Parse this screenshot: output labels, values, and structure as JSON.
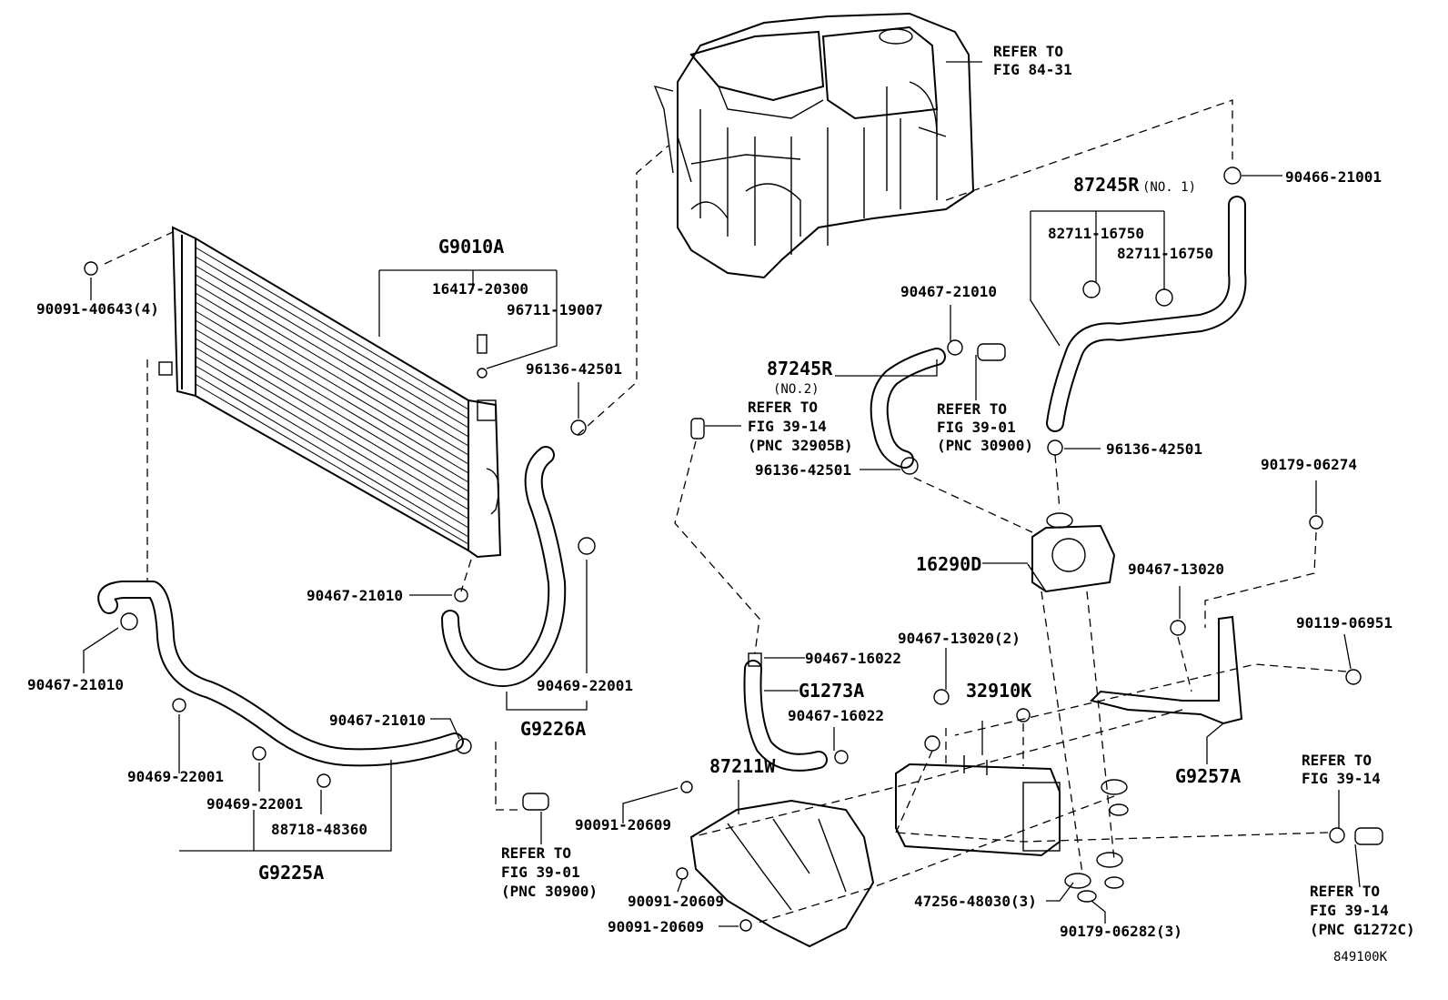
{
  "diagram_id": "849100K",
  "labels": {
    "refer_84_31_a": "REFER TO",
    "refer_84_31_b": "FIG 84-31",
    "p90466_21001": "90466-21001",
    "p87245R_no1": "87245R",
    "no1": "(NO. 1)",
    "p82711_16750_a": "82711-16750",
    "p82711_16750_b": "82711-16750",
    "p90467_21010_top": "90467-21010",
    "p87245R_no2": "87245R",
    "no2": "(NO.2)",
    "refer_39_14_a": "REFER TO",
    "refer_39_14_b": "FIG 39-14",
    "refer_39_14_c": "(PNC 32905B)",
    "refer_39_01_top_a": "REFER TO",
    "refer_39_01_top_b": "FIG 39-01",
    "refer_39_01_top_c": "(PNC 30900)",
    "p96136_42501_r": "96136-42501",
    "p96136_42501_mid": "96136-42501",
    "p90179_06274": "90179-06274",
    "p16290D": "16290D",
    "p90467_13020": "90467-13020",
    "p90119_06951": "90119-06951",
    "pG9010A": "G9010A",
    "p16417_20300": "16417-20300",
    "p96711_19007": "96711-19007",
    "p90091_40643": "90091-40643(4)",
    "p96136_42501_l": "96136-42501",
    "p90467_21010_mid": "90467-21010",
    "p90467_21010_left": "90467-21010",
    "p90469_22001_r": "90469-22001",
    "pG9226A": "G9226A",
    "p90467_16022_a": "90467-16022",
    "pG1273A": "G1273A",
    "p90467_16022_b": "90467-16022",
    "p90467_13020_2": "90467-13020(2)",
    "p32910K": "32910K",
    "pG9257A": "G9257A",
    "p90467_21010_low": "90467-21010",
    "p90469_22001_a": "90469-22001",
    "p90469_22001_b": "90469-22001",
    "p88718_48360": "88718-48360",
    "pG9225A": "G9225A",
    "refer_39_01_bot_a": "REFER TO",
    "refer_39_01_bot_b": "FIG 39-01",
    "refer_39_01_bot_c": "(PNC 30900)",
    "p87211W": "87211W",
    "p90091_20609_a": "90091-20609",
    "p90091_20609_b": "90091-20609",
    "p90091_20609_c": "90091-20609",
    "p47256_48030": "47256-48030(3)",
    "p90179_06282": "90179-06282(3)",
    "refer_39_14_r1_a": "REFER TO",
    "refer_39_14_r1_b": "FIG 39-14",
    "refer_39_14_r2_a": "REFER TO",
    "refer_39_14_r2_b": "FIG 39-14",
    "refer_39_14_r2_c": "(PNC G1272C)"
  }
}
